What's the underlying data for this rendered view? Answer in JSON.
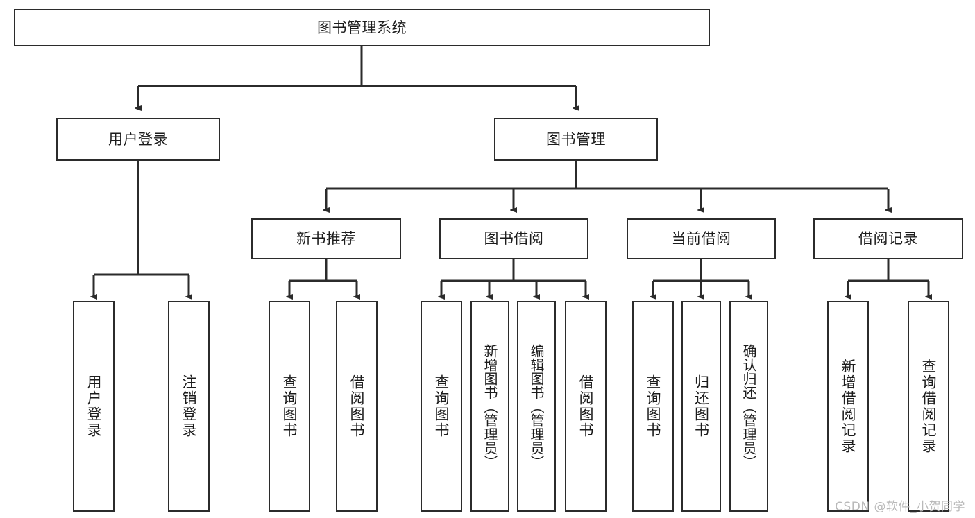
{
  "diagram": {
    "type": "tree",
    "title": "图书管理系统",
    "root": {
      "label": "图书管理系统"
    },
    "level2": [
      {
        "label": "用户登录"
      },
      {
        "label": "图书管理"
      }
    ],
    "level3": [
      {
        "label": "新书推荐"
      },
      {
        "label": "图书借阅"
      },
      {
        "label": "当前借阅"
      },
      {
        "label": "借阅记录"
      }
    ],
    "leaves_user_login": [
      {
        "label": "用户登录"
      },
      {
        "label": "注销登录"
      }
    ],
    "leaves_new_books": [
      {
        "label": "查询图书"
      },
      {
        "label": "借阅图书"
      }
    ],
    "leaves_borrow": [
      {
        "label": "查询图书"
      },
      {
        "label": "新增图书（管理员）"
      },
      {
        "label": "编辑图书（管理员）"
      },
      {
        "label": "借阅图书"
      }
    ],
    "leaves_current": [
      {
        "label": "查询图书"
      },
      {
        "label": "归还图书"
      },
      {
        "label": "确认归还（管理员）"
      }
    ],
    "leaves_records": [
      {
        "label": "新增借阅记录"
      },
      {
        "label": "查询借阅记录"
      }
    ],
    "colors": {
      "box_border": "#2b2b2b",
      "box_fill": "#ffffff",
      "connector": "#2b2b2b",
      "text": "#1c1c1c",
      "watermark": "#b9b9b9"
    }
  },
  "watermark": {
    "text": "CSDN @软件_小贺同学"
  }
}
